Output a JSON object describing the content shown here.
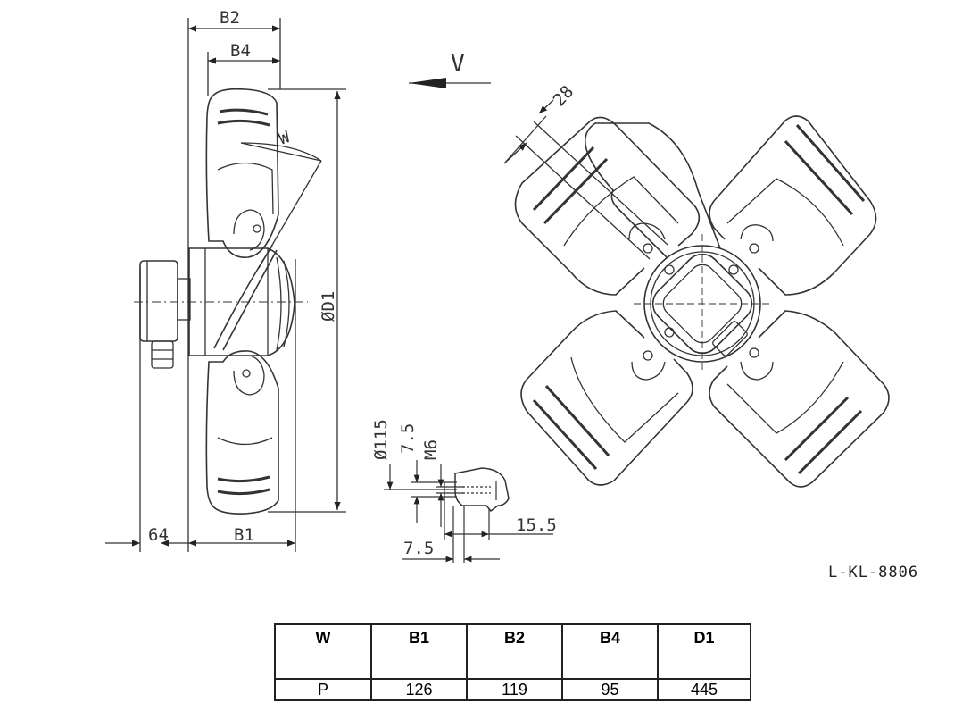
{
  "labels": {
    "b2": "B2",
    "b4": "B4",
    "w": "W",
    "d1": "ØD1",
    "v": "V",
    "d28": "28",
    "d64": "64",
    "b1": "B1",
    "d115": "Ø115",
    "d7_5_v": "7.5",
    "m6": "M6",
    "d15_5": "15.5",
    "d7_5_h": "7.5"
  },
  "drawing_id": "L-KL-8806",
  "table": {
    "headers": [
      "W",
      "B1",
      "B2",
      "B4",
      "D1"
    ],
    "rows": [
      [
        "P",
        "126",
        "119",
        "95",
        "445"
      ]
    ]
  }
}
